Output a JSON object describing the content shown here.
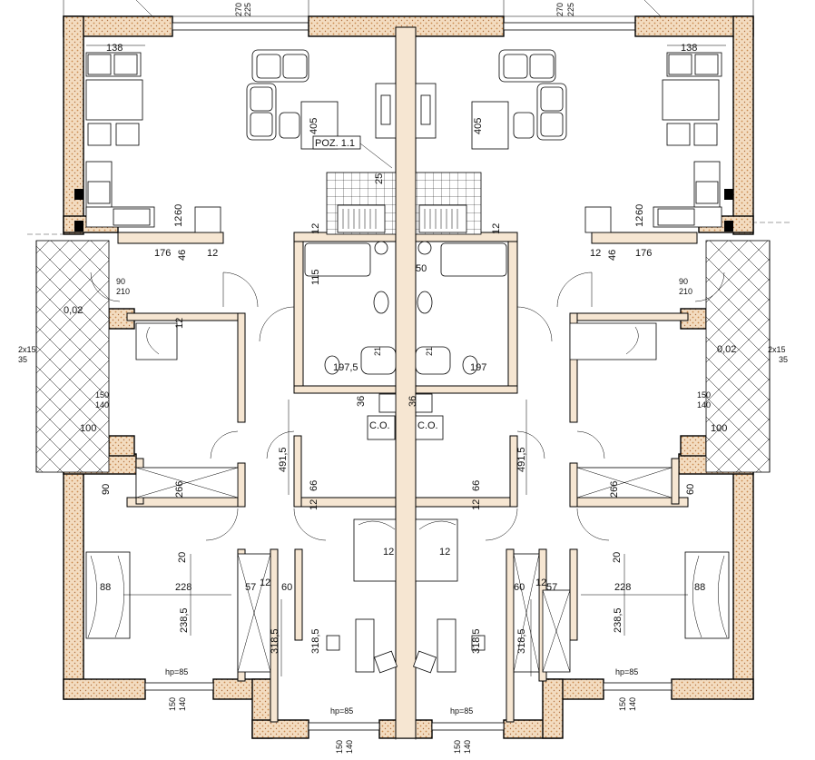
{
  "labels": {
    "top_dims": [
      "270",
      "225",
      "270",
      "225"
    ],
    "kitchen_width": [
      "138",
      "138"
    ],
    "living_depth": [
      "405",
      "405"
    ],
    "poz": "POZ. 1.1",
    "poz_dim": "25",
    "kitchen_counter": [
      "12",
      "60",
      "12",
      "60"
    ],
    "kitchen_under": [
      "176",
      "46",
      "12",
      "12",
      "46",
      "176"
    ],
    "bath_dims": [
      "12",
      "115",
      "50",
      "12"
    ],
    "door_dims": [
      "90",
      "210",
      "90",
      "210"
    ],
    "terrace_slope": [
      "0,02",
      "0,02"
    ],
    "terrace_side": [
      "2x15",
      "35",
      "2x15",
      "35"
    ],
    "wc_width": [
      "197,5",
      "197"
    ],
    "wc_small": [
      "21",
      "21"
    ],
    "boiler_dim": [
      "36",
      "36"
    ],
    "boiler": [
      "C.O.",
      "C.O."
    ],
    "window_left": [
      "150",
      "140",
      "150",
      "140"
    ],
    "terrace_width": [
      "100",
      "100"
    ],
    "hall_length": [
      "491,5",
      "491,5"
    ],
    "closet": [
      "266",
      "266"
    ],
    "small_room_dims": [
      "66",
      "12",
      "12",
      "66"
    ],
    "wall_90_60": [
      "90",
      "60"
    ],
    "bedroom_width": [
      "228",
      "228"
    ],
    "bedroom_side": [
      "88",
      "88"
    ],
    "bedroom_depth": [
      "238,5",
      "238,5"
    ],
    "bedroom_top": [
      "20",
      "20"
    ],
    "stair_dims": [
      "12",
      "57",
      "60",
      "60",
      "57",
      "12"
    ],
    "stair_len": [
      "318,5",
      "318,5",
      "318,5",
      "318,5"
    ],
    "room12": [
      "12",
      "12"
    ],
    "hp": [
      "hp=85",
      "hp=85",
      "hp=85",
      "hp=85"
    ],
    "bottom_dims": [
      "150",
      "140",
      "150",
      "140",
      "150",
      "140",
      "150",
      "140"
    ],
    "small_12": "12"
  },
  "colors": {
    "brick_fill": "#f3dcc0",
    "brick_dot": "#c98a4e",
    "ink": "#000000"
  }
}
